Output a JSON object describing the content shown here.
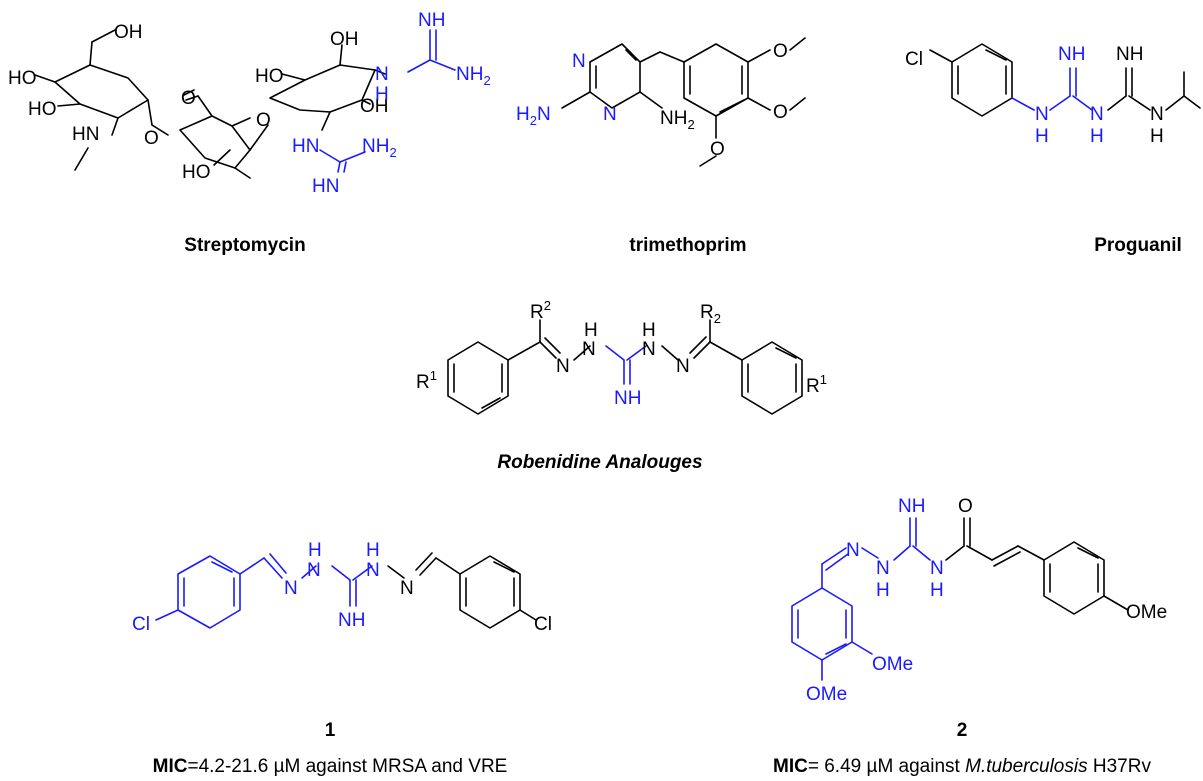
{
  "colors": {
    "bond": "#000000",
    "highlight": "#1a1aff",
    "background": "#ffffff"
  },
  "compounds": {
    "streptomycin": {
      "name": "Streptomycin"
    },
    "trimethoprim": {
      "name": "trimethoprim"
    },
    "proguanil": {
      "name": "Proguanil"
    },
    "robenidine": {
      "name": "Robenidine Analouges"
    },
    "compound1": {
      "number": "1",
      "mic_label": "MIC",
      "mic_text": "=4.2-21.6 µM against MRSA and VRE"
    },
    "compound2": {
      "number": "2",
      "mic_label": "MIC",
      "mic_text": "= 6.49 µM against ",
      "organism": "M.tuberculosis",
      "strain": " H37Rv"
    }
  },
  "atoms": {
    "OH": "OH",
    "HO": "HO",
    "N": "N",
    "H": "H",
    "NH": "NH",
    "HN": "HN",
    "H2N": "H2N",
    "NH2": "NH2",
    "NH2_N": "NH",
    "sub2": "2",
    "O": "O",
    "Cl": "Cl",
    "OMe": "OMe",
    "R": "R",
    "sup1": "1",
    "sup2": "2"
  }
}
